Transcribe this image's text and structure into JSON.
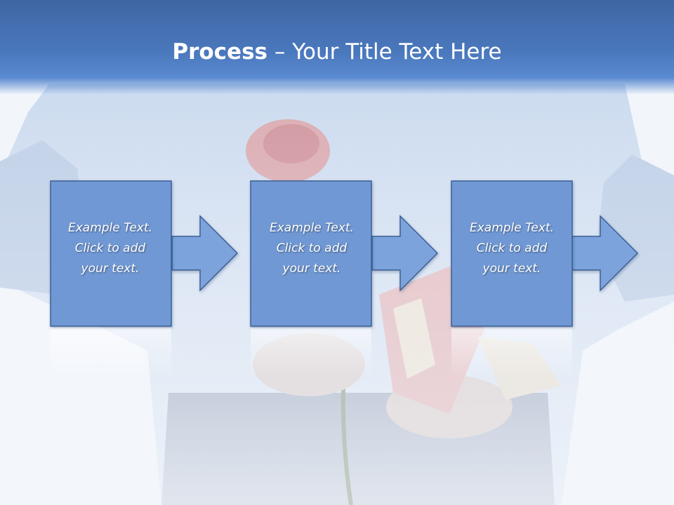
{
  "title": {
    "bold": "Process",
    "rest": " – Your Title Text Here"
  },
  "steps": [
    {
      "line1": "Example Text.",
      "line2": "Click  to add",
      "line3": "your text."
    },
    {
      "line1": "Example Text.",
      "line2": "Click  to add",
      "line3": "your text."
    },
    {
      "line1": "Example Text.",
      "line2": "Click  to add",
      "line3": "your text."
    }
  ],
  "colors": {
    "header": "#4a78bd",
    "box": "#6f98d4",
    "arrow": "#7ca3dc"
  }
}
